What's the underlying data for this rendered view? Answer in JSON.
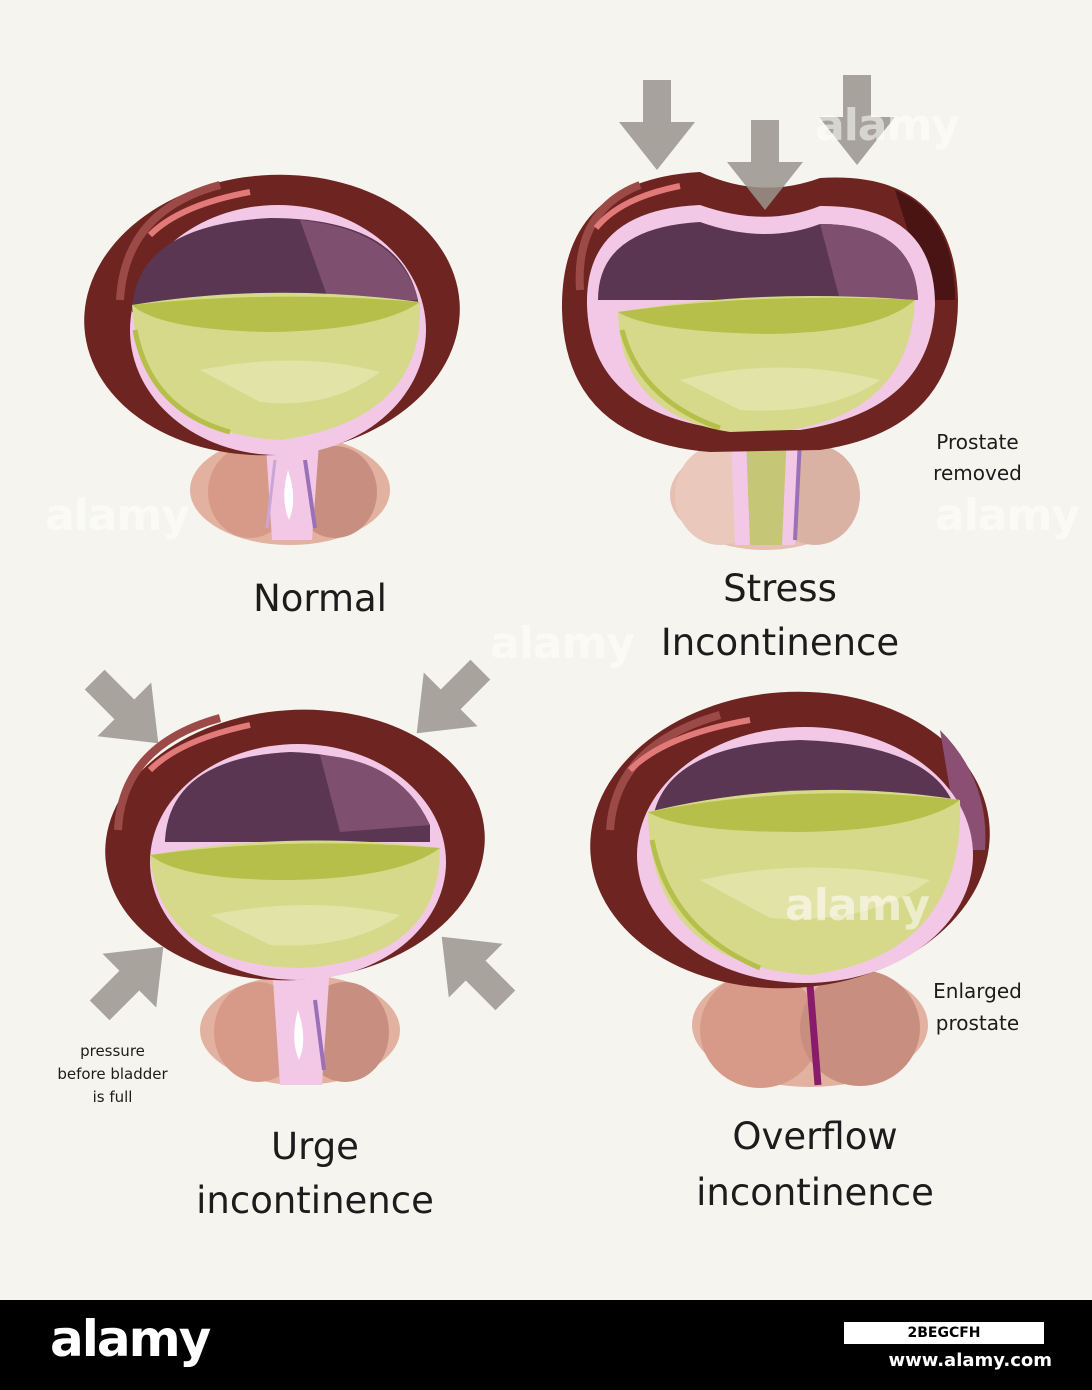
{
  "colors": {
    "background": "#f6f4ee",
    "bladder_wall": "#6e2420",
    "bladder_wall_dark": "#4a1414",
    "lining": "#f2c8e6",
    "cavity_air": "#6e4466",
    "urine": "#d6d98a",
    "urine_dark": "#b5bf4a",
    "prostate": "#e3b1a0",
    "arrow": "#9a948e"
  },
  "panels": {
    "normal": {
      "label": "Normal"
    },
    "stress": {
      "label_line1": "Stress",
      "label_line2": "Incontinence",
      "note_line1": "Prostate",
      "note_line2": "removed",
      "arrow_icon": "down-arrow-icon"
    },
    "urge": {
      "label_line1": "Urge",
      "label_line2": "incontinence",
      "note_line1": "pressure",
      "note_line2": "before bladder",
      "note_line3": "is full",
      "arrow_icon": "diagonal-arrow-icon"
    },
    "overflow": {
      "label_line1": "Overflow",
      "label_line2": "incontinence",
      "note_line1": "Enlarged",
      "note_line2": "prostate"
    }
  },
  "watermark": {
    "text": "alamy"
  },
  "footer": {
    "logo": "alamy",
    "image_id": "2BEGCFH",
    "url": "www.alamy.com"
  }
}
